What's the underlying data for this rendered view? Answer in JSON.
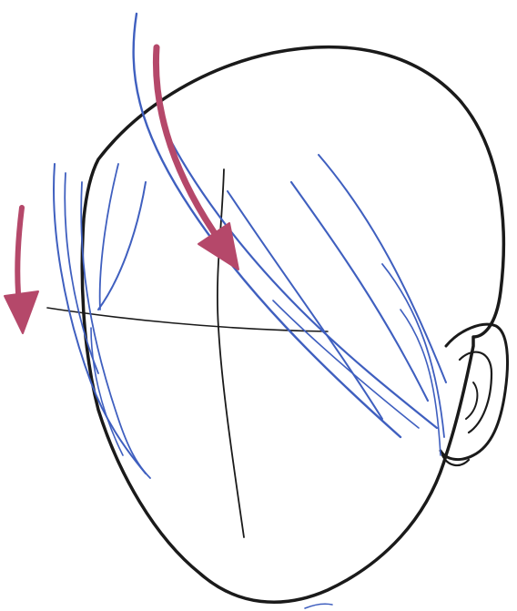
{
  "illustration": {
    "subject": "head-back-three-quarter-view",
    "colors": {
      "outline": "#1a1a1a",
      "hair_strokes": "#3f5fbf",
      "arrows": "#b5486a",
      "background": "#ffffff"
    },
    "elements": {
      "head_outline": "head-outline",
      "ear": "ear-shape",
      "center_line": "vertical-guideline",
      "horizontal_line": "horizontal-guideline",
      "hair_strokes": "hair-stroke-group",
      "arrows": [
        "hair-direction-arrow-top",
        "hair-direction-arrow-left"
      ]
    }
  }
}
